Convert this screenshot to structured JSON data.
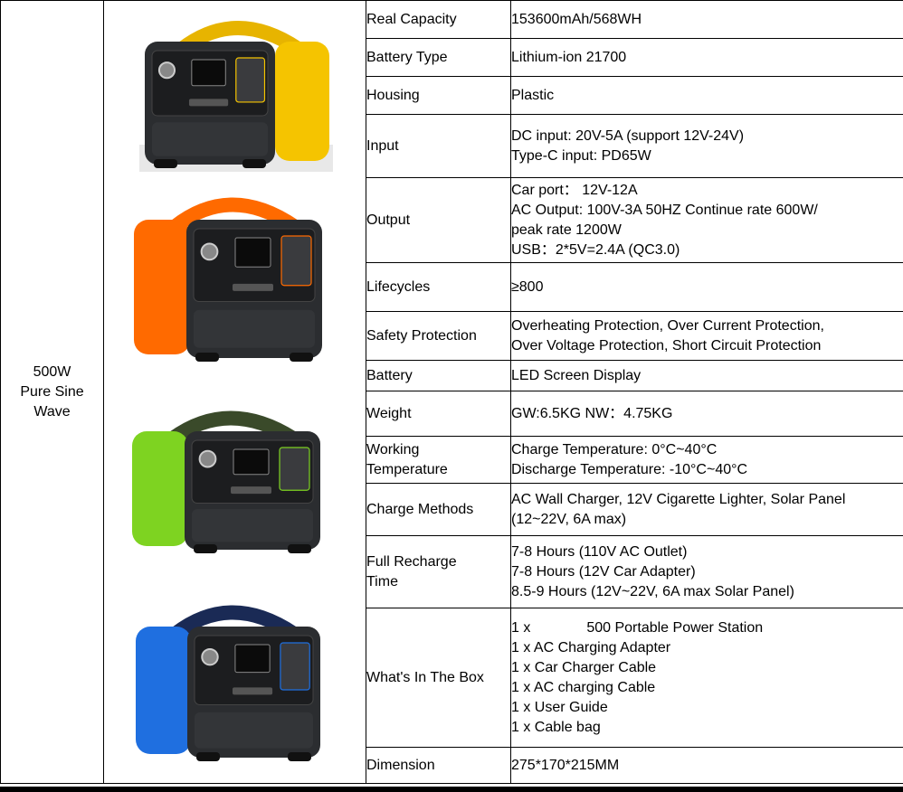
{
  "model": {
    "lines": [
      "500W",
      "Pure Sine",
      "Wave"
    ]
  },
  "products": [
    {
      "name": "yellow-power-station",
      "accent": "#f5c400",
      "handle": "#e7b400"
    },
    {
      "name": "orange-power-station",
      "accent": "#ff6a00",
      "handle": "#ff6a00"
    },
    {
      "name": "green-power-station",
      "accent": "#7ed321",
      "handle": "#3a4a2a"
    },
    {
      "name": "blue-power-station",
      "accent": "#1f6fe0",
      "handle": "#1a2a55"
    }
  ],
  "specs": [
    {
      "label": [
        "Real Capacity"
      ],
      "value": [
        "153600mAh/568WH"
      ]
    },
    {
      "label": [
        "Battery Type"
      ],
      "value": [
        "Lithium-ion 21700"
      ]
    },
    {
      "label": [
        "Housing"
      ],
      "value": [
        "Plastic"
      ]
    },
    {
      "label": [
        "Input"
      ],
      "value": [
        "DC input: 20V-5A (support 12V-24V)",
        "Type-C input: PD65W"
      ]
    },
    {
      "label": [
        "Output"
      ],
      "value": [
        "Car port： 12V-12A",
        "AC Output: 100V-3A 50HZ Continue rate 600W/",
        "peak rate 1200W",
        "USB：2*5V=2.4A  (QC3.0)"
      ]
    },
    {
      "label": [
        "Lifecycles"
      ],
      "value": [
        "≥800"
      ]
    },
    {
      "label": [
        "Safety Protection"
      ],
      "value": [
        "Overheating Protection, Over Current Protection,",
        "Over Voltage Protection, Short Circuit Protection"
      ]
    },
    {
      "label": [
        "Battery"
      ],
      "value": [
        "LED Screen Display"
      ]
    },
    {
      "label": [
        "Weight"
      ],
      "value": [
        "GW:6.5KG    NW：4.75KG"
      ]
    },
    {
      "label": [
        "Working",
        "Temperature"
      ],
      "value": [
        "Charge Temperature: 0°C~40°C",
        "Discharge Temperature: -10°C~40°C"
      ]
    },
    {
      "label": [
        "Charge Methods"
      ],
      "value": [
        "AC Wall Charger, 12V Cigarette Lighter, Solar Panel",
        "(12~22V, 6A max)"
      ]
    },
    {
      "label": [
        "Full Recharge",
        "Time"
      ],
      "value": [
        "7-8 Hours (110V AC Outlet)",
        "7-8 Hours (12V Car Adapter)",
        "8.5-9 Hours (12V~22V, 6A max Solar Panel)"
      ]
    },
    {
      "label": [
        "What's In The Box"
      ],
      "value": [
        "1 x",
        "1 x AC Charging Adapter",
        "1 x Car Charger Cable",
        "1 x AC charging Cable",
        "1 x User Guide",
        "1 x Cable bag"
      ],
      "first_extra": "500 Portable Power Station"
    },
    {
      "label": [
        "Dimension"
      ],
      "value": [
        "275*170*215MM"
      ]
    }
  ]
}
